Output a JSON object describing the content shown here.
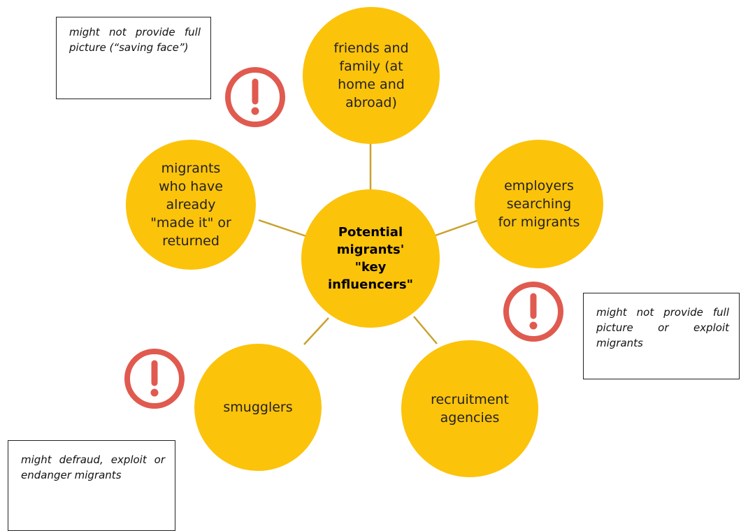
{
  "center": {
    "label": "Potential\nmigrants'\n\"key\ninfluencers\""
  },
  "influencers": {
    "friends_family": "friends and\nfamily (at\nhome and\nabroad)",
    "employers": "employers\nsearching\nfor migrants",
    "recruitment": "recruitment\nagencies",
    "smugglers": "smugglers",
    "returned_migrants": "migrants\nwho have\nalready\n\"made it\" or\nreturned"
  },
  "notes": {
    "friends_family_note": "might not provide full picture (“saving face”)",
    "recruitment_note": "might not provide full picture or exploit migrants",
    "smugglers_note": "might defraud, exploit or endanger migrants"
  },
  "colors": {
    "circle_fill": "#FCC30B",
    "connector": "#C9A22E",
    "warning": "#E05A4F"
  },
  "icons": {
    "warning": "exclamation-circle-icon"
  }
}
